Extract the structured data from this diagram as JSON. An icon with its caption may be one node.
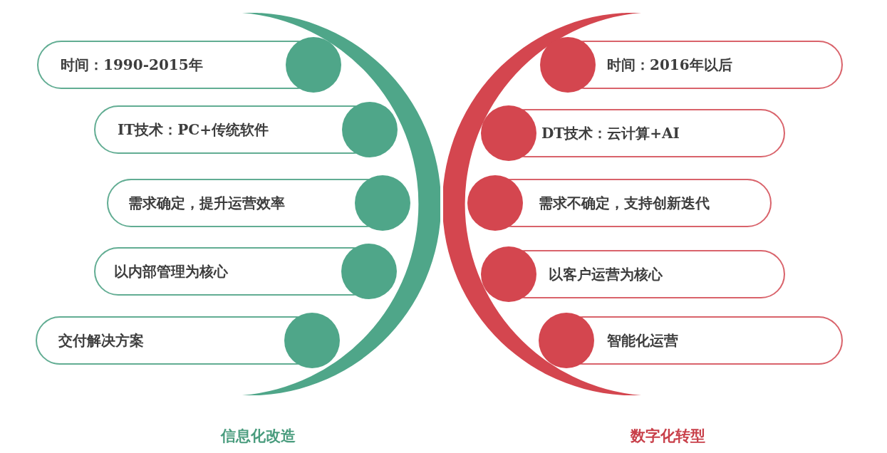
{
  "diagram": {
    "nodes": [
      {
        "text": [
          "时间：1990-2015年"
        ]
      },
      {
        "text": [
          "IT技术：PC+传统软件"
        ]
      },
      {
        "text": [
          "需求确定，提升运营效率"
        ]
      },
      {
        "text": [
          "以内部管理为核心"
        ]
      },
      {
        "text": [
          "交付解决方案"
        ]
      },
      {
        "text": [
          "时间：2016年以后"
        ]
      },
      {
        "text": [
          "DT技术：云计算+AI"
        ]
      },
      {
        "text": [
          "需求不确定，支持创新迭代"
        ]
      },
      {
        "text": [
          "以客户运营为核心"
        ]
      },
      {
        "text": [
          "智能化运营"
        ]
      }
    ],
    "labels": [
      "信息化改造",
      "数字化转型"
    ]
  }
}
